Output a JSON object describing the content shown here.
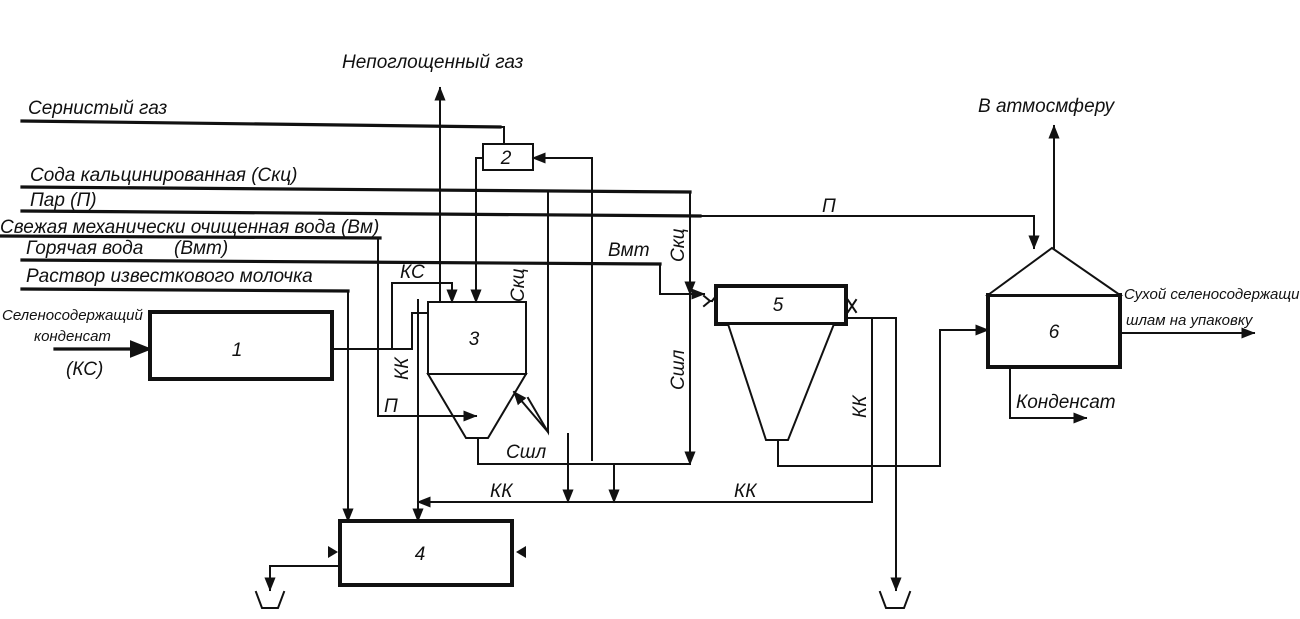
{
  "inputs": {
    "sulfur_gas": "Сернистый газ",
    "soda": "Сода кальцинированная (Скц)",
    "steam": "Пар (П)",
    "fresh_water": "Свежая механически очищенная вода (Вм)",
    "hot_water_a": "Горячая вода",
    "hot_water_b": "(Вмт)",
    "lime_milk": "Раствор известкового молочка",
    "condensate_1": "Селеносодержащий",
    "condensate_2": "конденсат",
    "condensate_3": "(КС)"
  },
  "outputs": {
    "unabsorbed_gas": "Непоглощенный газ",
    "atmosphere": "В атмосмферу",
    "product_1": "Сухой селеносодержащий",
    "product_2": "шлам на упаковку",
    "condensate": "Конденсат"
  },
  "labels": {
    "ks": "КС",
    "kk": "КК",
    "p": "П",
    "skc": "Скц",
    "vmt": "Вмт",
    "sshl": "Сшл"
  },
  "units": [
    "1",
    "2",
    "3",
    "4",
    "5",
    "6"
  ]
}
